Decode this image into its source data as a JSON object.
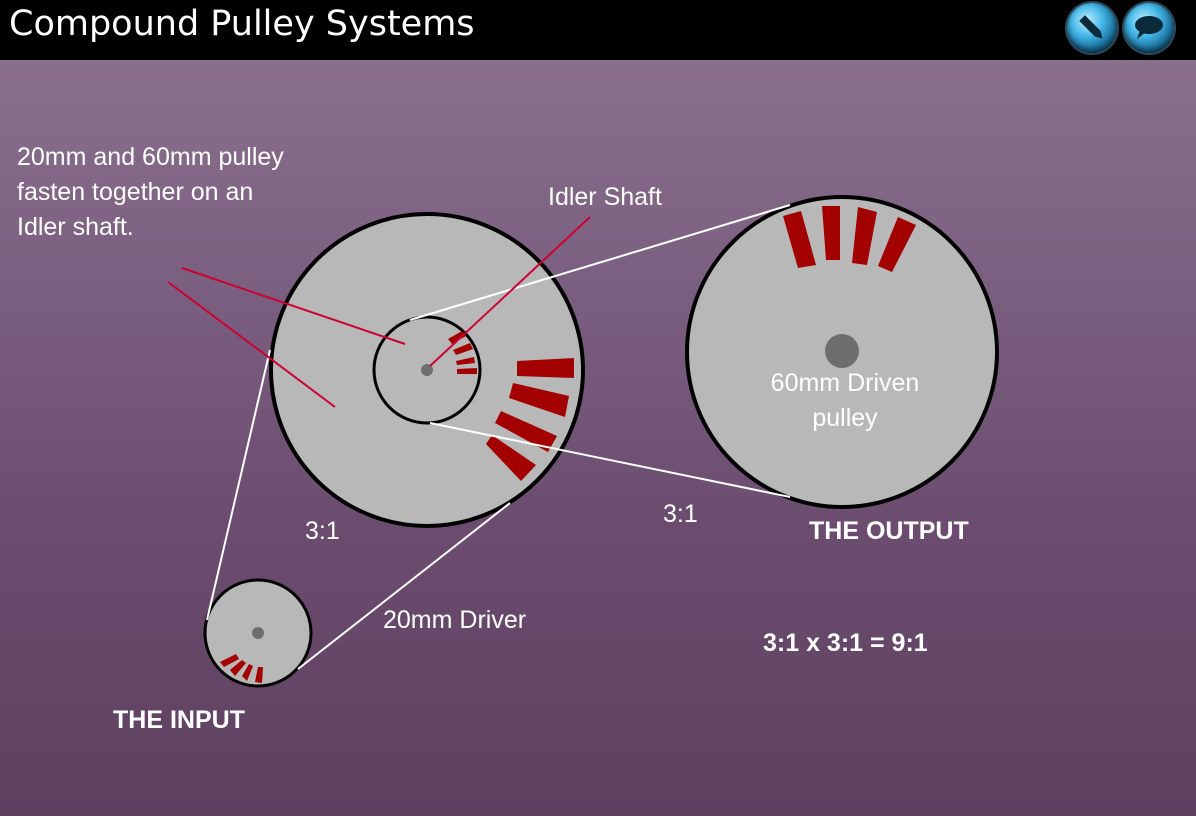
{
  "header": {
    "title": "Compound Pulley Systems",
    "buttons": [
      {
        "icon": "pencil-icon"
      },
      {
        "icon": "speech-bubble-icon"
      }
    ]
  },
  "colors": {
    "background_top": "#8f7490",
    "background_bottom": "#5e405f",
    "pulley_fill": "#b8b8b8",
    "pulley_stroke": "#000000",
    "hub": "#6e6e6e",
    "marker": "#a30000",
    "leader_line": "#cc0033",
    "belt": "#ffffff"
  },
  "labels": {
    "compound_note": [
      "20mm and 60mm pulley",
      "fasten together on an",
      "Idler shaft."
    ],
    "idler_shaft": "Idler Shaft",
    "driven_pulley": [
      "60mm Driven",
      "pulley"
    ],
    "ratio_left": "3:1",
    "ratio_right": "3:1",
    "output": "THE OUTPUT",
    "input": "THE INPUT",
    "driver": "20mm Driver",
    "equation": "3:1 x 3:1 = 9:1"
  }
}
